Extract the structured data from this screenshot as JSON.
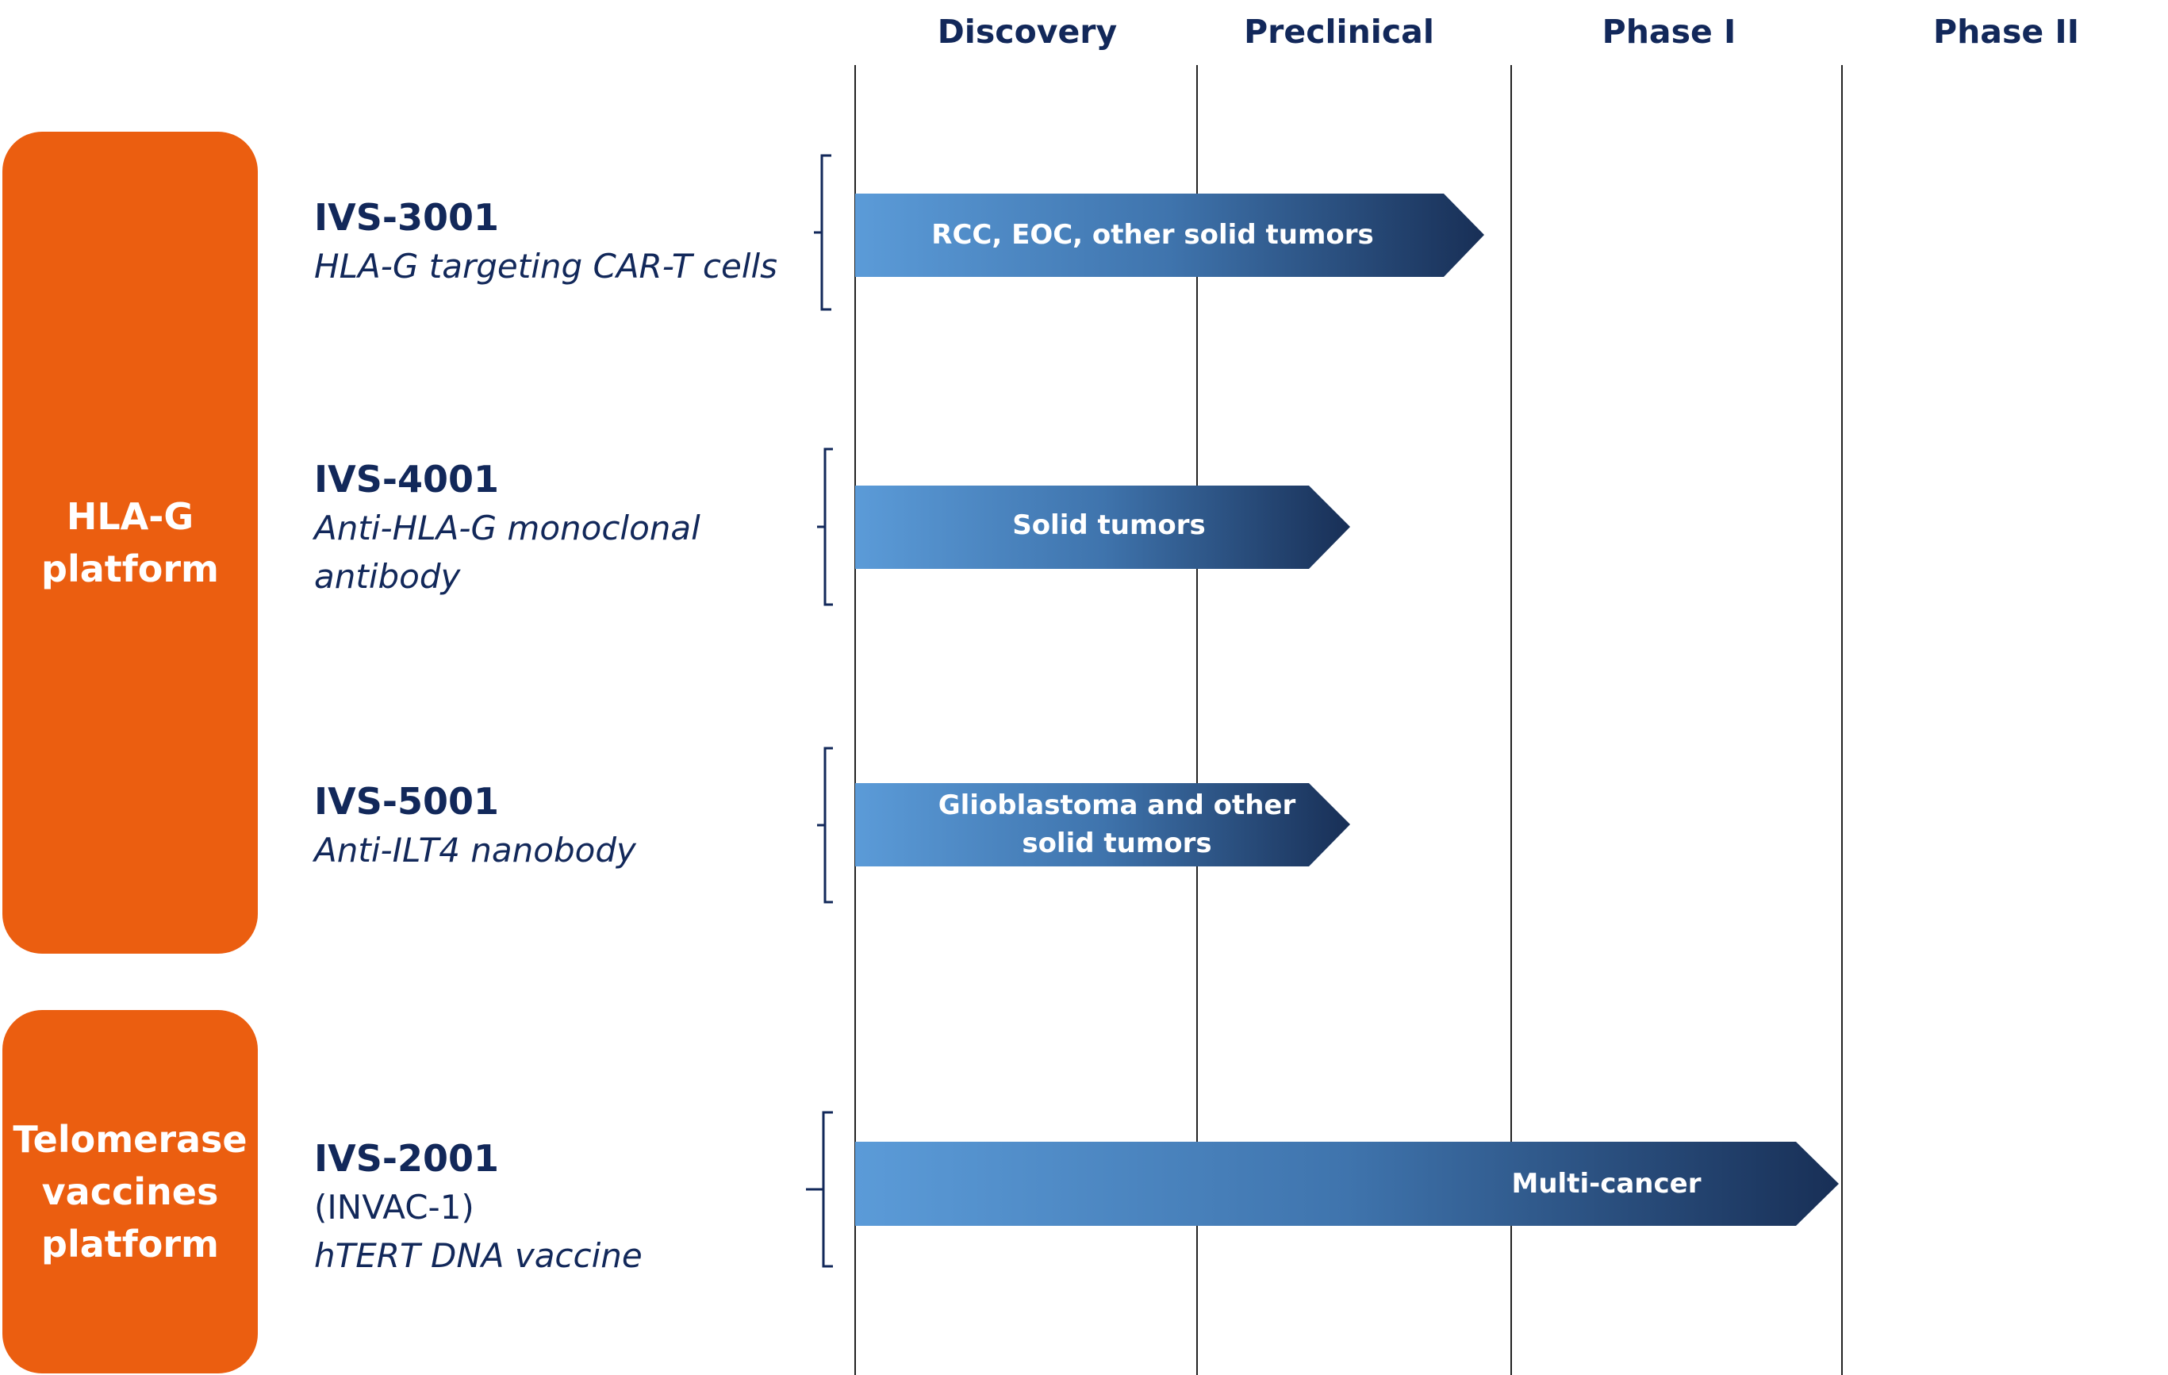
{
  "phases": [
    "Discovery",
    "Preclinical",
    "Phase I",
    "Phase II"
  ],
  "platforms": [
    {
      "lines": [
        "HLA-G",
        "platform"
      ]
    },
    {
      "lines": [
        "Telomerase",
        "vaccines",
        "platform"
      ]
    }
  ],
  "programs": [
    {
      "code": "IVS-3001",
      "description": [
        "HLA-G targeting CAR-T cells"
      ],
      "indication": [
        "RCC, EOC, other solid tumors"
      ]
    },
    {
      "code": "IVS-4001",
      "description": [
        "Anti-HLA-G monoclonal",
        "antibody"
      ],
      "indication": [
        "Solid tumors"
      ]
    },
    {
      "code": "IVS-5001",
      "description": [
        "Anti-ILT4 nanobody"
      ],
      "indication": [
        "Glioblastoma and other",
        "solid tumors"
      ]
    },
    {
      "code": "IVS-2001",
      "subtitle": "(INVAC-1)",
      "description": [
        "hTERT DNA vaccine"
      ],
      "indication": [
        "Multi-cancer"
      ]
    }
  ],
  "colors": {
    "platform": "#eb5e10",
    "bar_start": "#5b9bd8",
    "bar_mid": "#3f74ad",
    "bar_end": "#182f56",
    "text": "#12285a"
  }
}
